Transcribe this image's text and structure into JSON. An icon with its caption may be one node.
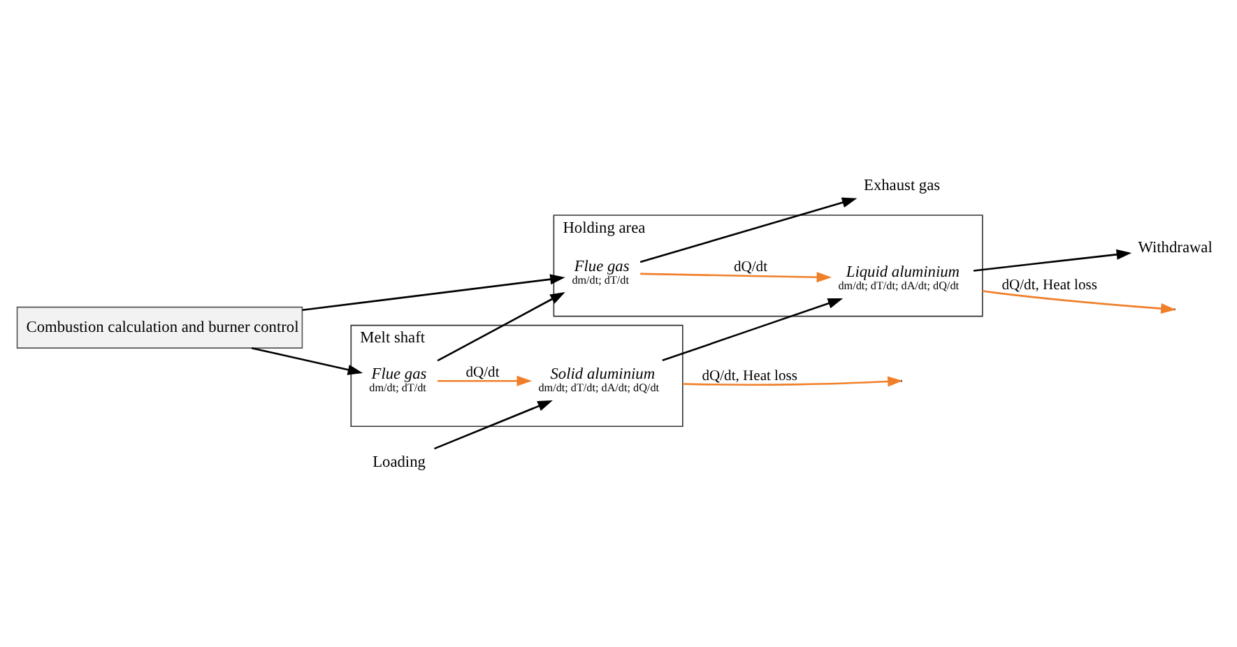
{
  "diagram": {
    "nodes": [
      {
        "text": [
          "Melt shaft"
        ]
      },
      {
        "text": [
          "Solid aluminium"
        ],
        "in": 0,
        "beside": [
          "dm/dt; dT/dt; dA/dt; dQ/dt"
        ]
      },
      {
        "text": [
          "Flue gas"
        ],
        "in": 0,
        "beside": [
          "dm/dt; dT/dt"
        ]
      },
      {
        "text": [
          "Holding area"
        ]
      },
      {
        "text": [
          "Liquid aluminium"
        ],
        "in": 3,
        "beside": [
          "dm/dt; dT/dt; dA/dt; dQ/dt"
        ]
      },
      {
        "text": [
          "Flue gas"
        ],
        "in": 3,
        "beside": [
          "dm/dt; dT/dt"
        ]
      },
      {
        "text": [
          "Combustion calculation and burner control"
        ]
      },
      {
        "text": [
          "Loading"
        ]
      },
      {
        "text": [
          "Withdrawal"
        ]
      },
      {
        "text": [
          "Exhaust gas"
        ]
      }
    ],
    "edges": [
      {
        "from": 7,
        "to": 1,
        "arrow": "to"
      },
      {
        "from": 2,
        "to": 1,
        "arrow": "to",
        "label": "dQ/dt",
        "color": "#f07f2a"
      },
      {
        "from": 6,
        "to": 2,
        "arrow": "to"
      },
      {
        "from": 0,
        "to": null,
        "arrow": "to",
        "label": "dQ/dt, Heat loss",
        "color": "#f07f2a"
      },
      {
        "from": 1,
        "to": 4,
        "arrow": "to"
      },
      {
        "from": 2,
        "to": 5,
        "arrow": "to"
      },
      {
        "from": 6,
        "to": 5,
        "arrow": "to"
      },
      {
        "from": 5,
        "to": 4,
        "arrow": "to",
        "label": "dQ/dt",
        "color": "#f07f2a"
      },
      {
        "from": 4,
        "to": 8,
        "arrow": "to"
      },
      {
        "from": 5,
        "to": 9,
        "arrow": "to"
      },
      {
        "from": 3,
        "to": null,
        "arrow": "to",
        "label": "dQ/dt, Heat loss",
        "color": "#f07f2a"
      }
    ]
  }
}
